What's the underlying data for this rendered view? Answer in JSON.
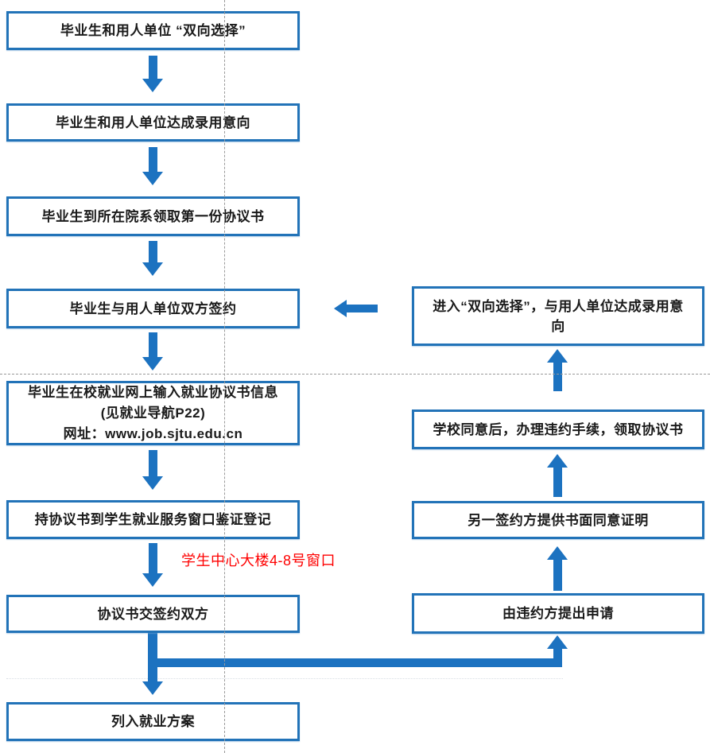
{
  "title": "就业协议签约流程图",
  "colors": {
    "arrow_blue": "#1c72c0",
    "box_border_blue": "#2273b8",
    "guide_gray": "#9a9a9a",
    "text_dark": "#1a1a1a",
    "annotation_red": "#fe0000"
  },
  "left": {
    "b1": "毕业生和用人单位 “双向选择”",
    "b2": "毕业生和用人单位达成录用意向",
    "b3": "毕业生到所在院系领取第一份协议书",
    "b4": "毕业生与用人单位双方签约",
    "b5_line1": "毕业生在校就业网上输入就业协议书信息",
    "b5_line2": "(见就业导航P22)",
    "b5_line3": "网址：www.job.sjtu.edu.cn",
    "b6": "持协议书到学生就业服务窗口鉴证登记",
    "b7": "协议书交签约双方",
    "b8": "列入就业方案"
  },
  "right": {
    "r1": "进入“双向选择”，与用人单位达成录用意向",
    "r2": "学校同意后，办理违约手续，领取协议书",
    "r3": "另一签约方提供书面同意证明",
    "r4": "由违约方提出申请"
  },
  "annotation": "学生中心大楼4-8号窗口"
}
